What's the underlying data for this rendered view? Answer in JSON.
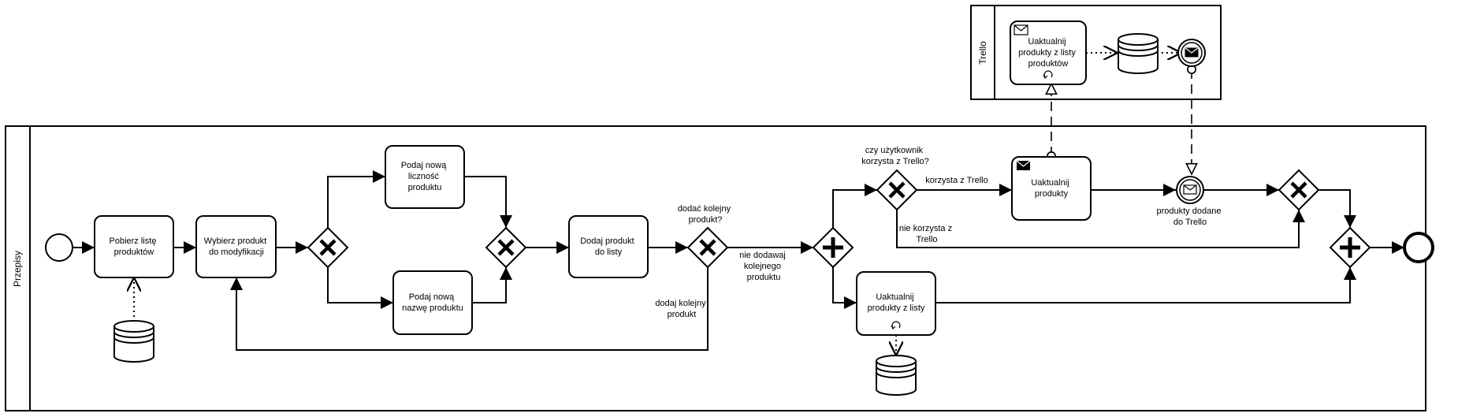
{
  "pools": {
    "main": {
      "name": "Przepisy"
    },
    "trello": {
      "name": "Trello"
    }
  },
  "tasks": {
    "pobierz": [
      "Pobierz listę",
      "produktów"
    ],
    "wybierz": [
      "Wybierz produkt",
      "do modyfikacji"
    ],
    "licznosc": [
      "Podaj nową",
      "liczność",
      "produktu"
    ],
    "nazwa": [
      "Podaj nową",
      "nazwę produktu"
    ],
    "dodaj": [
      "Dodaj produkt",
      "do listy"
    ],
    "uaktualnij_produkty": [
      "Uaktualnij",
      "produkty"
    ],
    "uaktualnij_liste": [
      "Uaktualnij",
      "produkty z listy"
    ],
    "trello_task": [
      "Uaktualnij",
      "produkty z listy",
      "produktów"
    ]
  },
  "labels": {
    "dodac_kolejny": [
      "dodać kolejny",
      "produkt?"
    ],
    "nie_dodawaj": [
      "nie dodawaj",
      "kolejnego",
      "produktu"
    ],
    "dodaj_kolejny": [
      "dodaj kolejny",
      "produkt"
    ],
    "czy_trello": [
      "czy użytkownik",
      "korzysta z Trello?"
    ],
    "korzysta": [
      "korzysta z Trello"
    ],
    "nie_korzysta": [
      "nie korzysta z",
      "Trello"
    ],
    "produkty_dodane": [
      "produkty dodane",
      "do Trello"
    ]
  },
  "icons": {
    "exclusive_gateway": "x-icon",
    "parallel_gateway": "plus-icon",
    "data_store": "database-icon",
    "send_task": "envelope-icon",
    "message_event": "envelope-icon",
    "loop_marker": "loop-icon"
  }
}
